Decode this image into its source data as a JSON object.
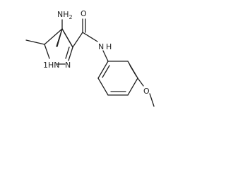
{
  "molecule": {
    "atoms": {
      "amine": {
        "element": "NH",
        "subscript": "2"
      },
      "carbonyl_o": "O",
      "amide_n": "N",
      "amide_h": "H",
      "ring_n_upper": "N",
      "ring_nh": "HN",
      "ring_nh_number": "1",
      "ether_o": "O"
    }
  }
}
